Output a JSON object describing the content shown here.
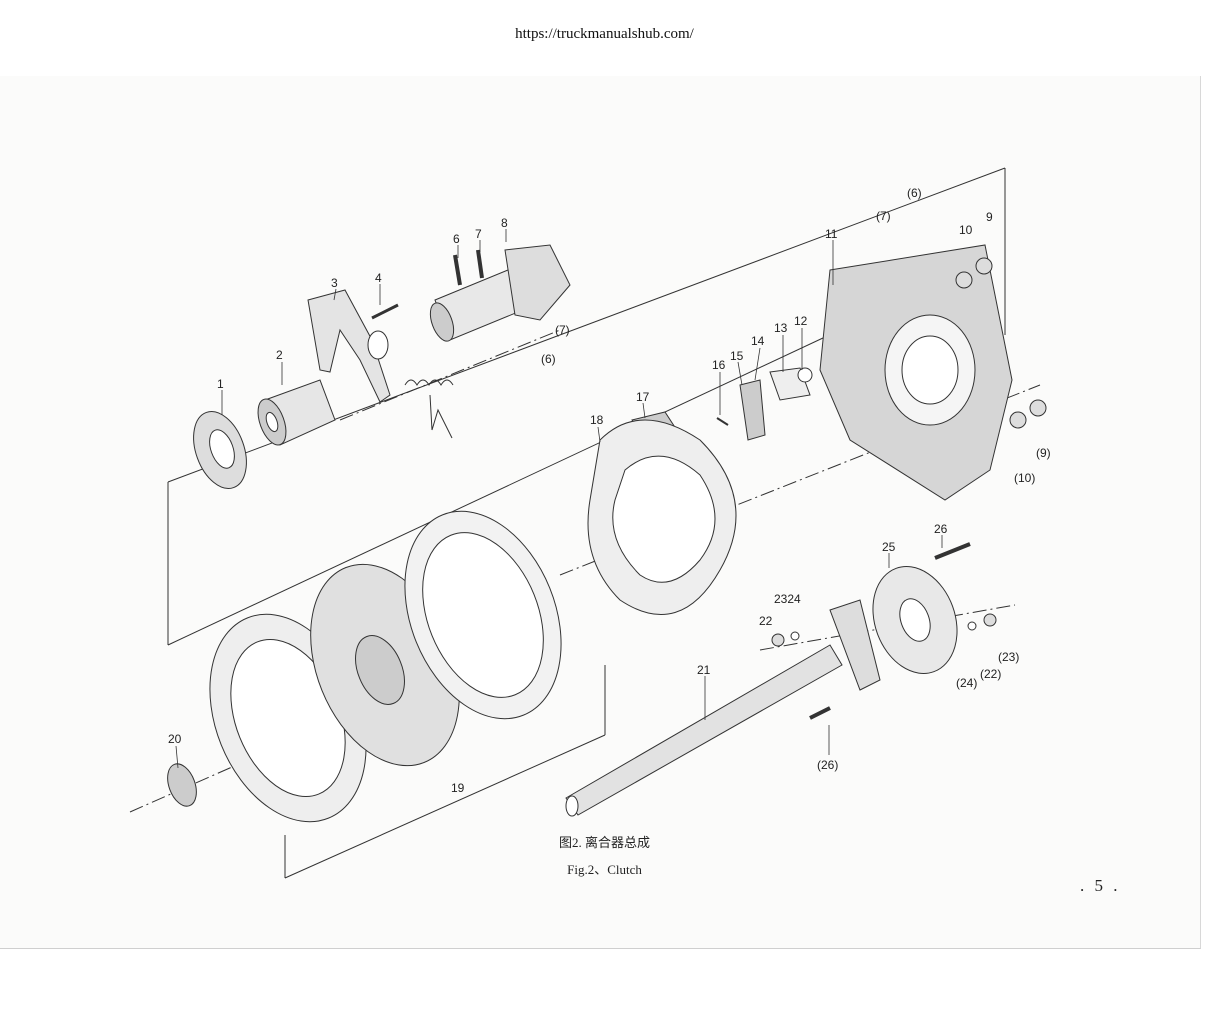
{
  "header": {
    "url": "https://truckmanualshub.com/"
  },
  "figure": {
    "caption_cn": "图2. 离合器总成",
    "caption_en": "Fig.2、Clutch",
    "page_number": ". 5 .",
    "callouts": {
      "c1": "1",
      "c2": "2",
      "c3": "3",
      "c4": "4",
      "c6a": "6",
      "c7a": "7",
      "c8": "8",
      "c7b": "(7)",
      "c6b": "(6)",
      "c6c": "(6)",
      "c7c": "(7)",
      "c9": "9",
      "c10": "10",
      "c11": "11",
      "c12": "12",
      "c13": "13",
      "c14": "14",
      "c15": "15",
      "c16": "16",
      "c17": "17",
      "c18": "18",
      "c19": "19",
      "c20": "20",
      "c21": "21",
      "c22": "22",
      "c2324": "2324",
      "c25": "25",
      "c26a": "26",
      "c26b": "(26)",
      "c24b": "(24)",
      "c22b": "(22)",
      "c23b": "(23)",
      "c10b": "(10)",
      "c9b": "(9)"
    }
  }
}
